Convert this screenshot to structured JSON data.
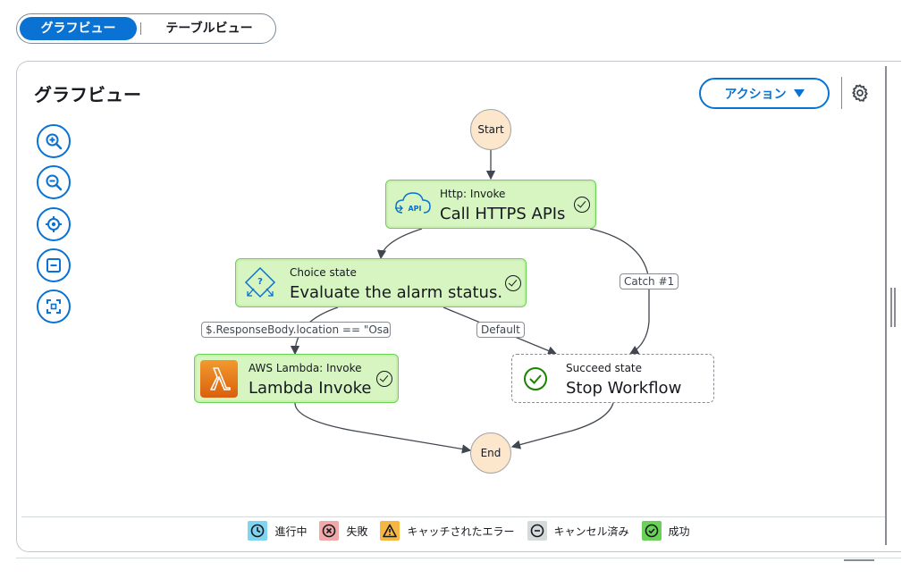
{
  "view_toggle": {
    "graph_label": "グラフビュー",
    "table_label": "テーブルビュー"
  },
  "panel": {
    "title": "グラフビュー",
    "actions_label": "アクション"
  },
  "graph": {
    "start_label": "Start",
    "end_label": "End",
    "http_node": {
      "type": "Http: Invoke",
      "name": "Call HTTPS APIs",
      "icon_text": "API"
    },
    "choice_node": {
      "type": "Choice state",
      "name": "Evaluate the alarm status."
    },
    "lambda_node": {
      "type": "AWS Lambda: Invoke",
      "name": "Lambda Invoke"
    },
    "succeed_node": {
      "type": "Succeed state",
      "name": "Stop Workflow"
    },
    "edge_labels": {
      "catch": "Catch #1",
      "condition": "$.ResponseBody.location == \"Osal",
      "default": "Default"
    }
  },
  "legend": [
    {
      "label": "進行中",
      "color": "#7fd4f0",
      "icon": "clock-icon"
    },
    {
      "label": "失敗",
      "color": "#f0a8a8",
      "icon": "x-circle-icon"
    },
    {
      "label": "キャッチされたエラー",
      "color": "#f5b642",
      "icon": "warning-icon"
    },
    {
      "label": "キャンセル済み",
      "color": "#d5dbdb",
      "icon": "minus-circle-icon"
    },
    {
      "label": "成功",
      "color": "#69d155",
      "icon": "check-circle-icon"
    }
  ],
  "colors": {
    "accent": "#0972d3",
    "success_fill": "#d6f5c0",
    "success_border": "#69d155",
    "terminal_fill": "#fde7cc",
    "lambda_orange": "#e8741b"
  }
}
